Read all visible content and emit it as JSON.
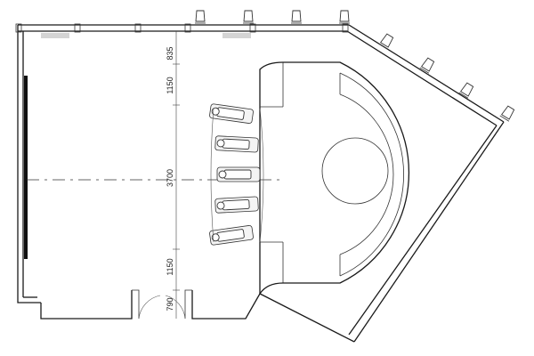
{
  "dimensions": {
    "top_gap": "835",
    "upper_zone": "1150",
    "screen_to_seat": "3700",
    "lower_zone": "1150",
    "door_offset": "790"
  },
  "seating": {
    "count": 5
  },
  "ceiling_lights": {
    "count": 8
  },
  "colors": {
    "line": "#1a1a1a",
    "screen": "#111111",
    "background": "#ffffff"
  },
  "icons": [
    "projection-screen-icon",
    "recliner-seat-icon",
    "ceiling-light-icon",
    "door-swing-icon"
  ]
}
